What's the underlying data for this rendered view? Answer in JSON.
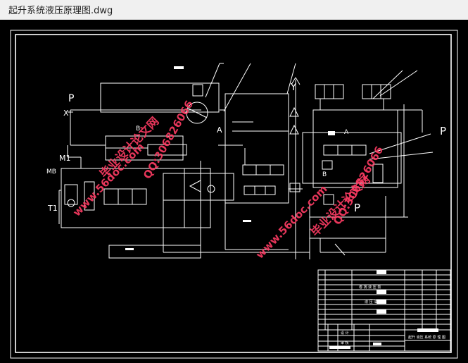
{
  "window": {
    "title": "起升系统液压原理图.dwg"
  },
  "colors": {
    "background": "#000000",
    "lines": "#ffffff",
    "watermark": "#ff3c64"
  },
  "labels": {
    "p_left": "P",
    "x_left": "X",
    "p_right": "P",
    "p_bottom": "P",
    "y_top": "Y",
    "a_center": "A",
    "b_center": "B",
    "m1": "M1",
    "mb": "MB",
    "t1": "T1",
    "a_right": "A",
    "b_right": "B"
  },
  "title_block": {
    "list_row3": "卷 扬 液 压 泵",
    "list_row6": "液 压 油 箱",
    "left1": "设 计",
    "left2": "审 核",
    "name": "起升 液压 系统 原 理 图"
  },
  "watermarks": [
    {
      "text": "毕业设计论文网"
    },
    {
      "text": "www.56doc.com"
    },
    {
      "text": "QQ:306826066"
    },
    {
      "text": "毕业设计论文网"
    },
    {
      "text": "www.56doc.com"
    },
    {
      "text": "QQ:306826066"
    }
  ]
}
